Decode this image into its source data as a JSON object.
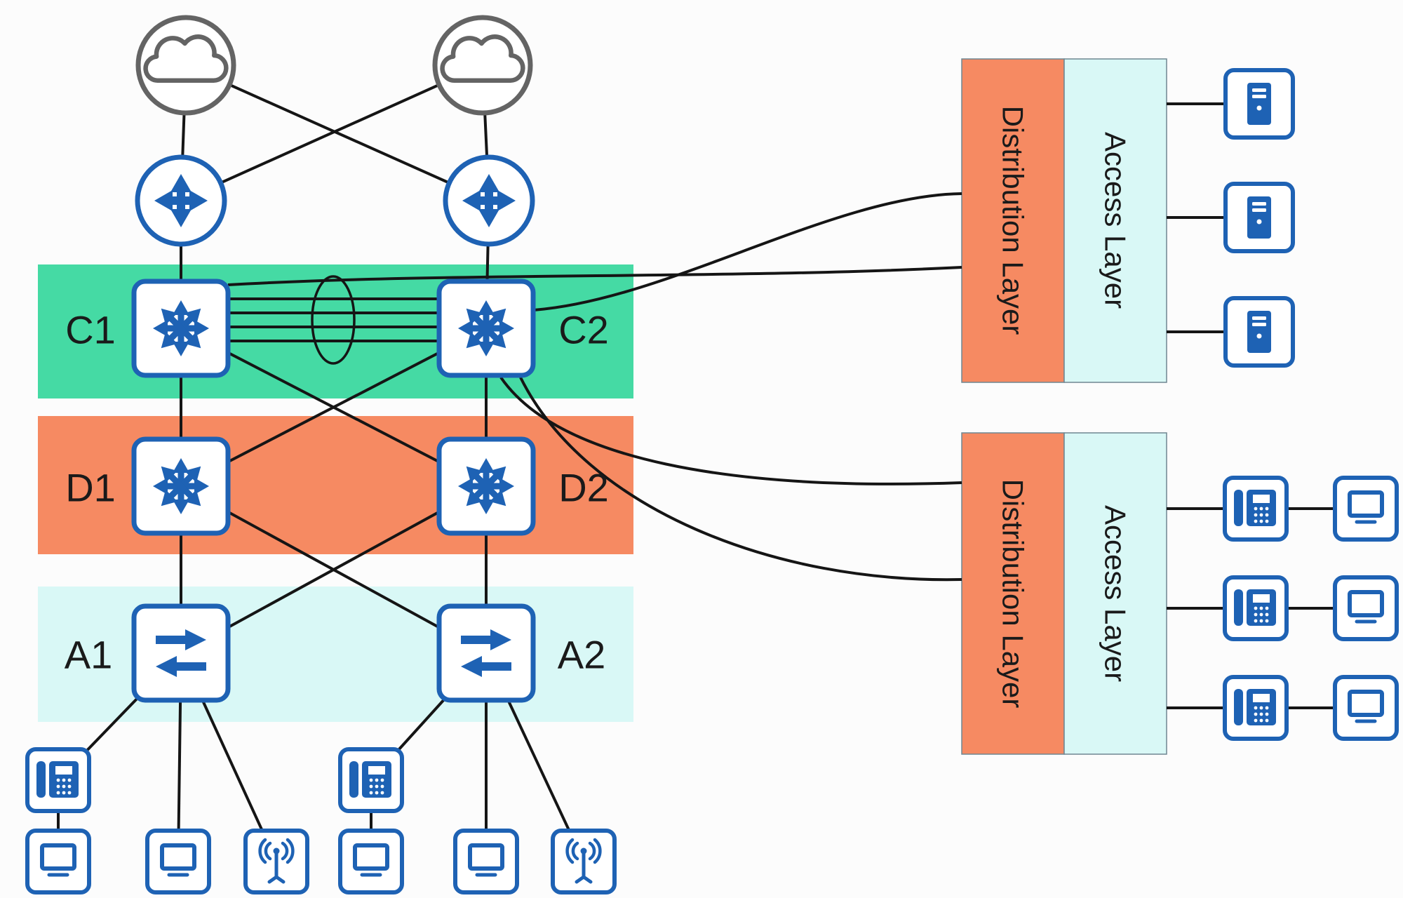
{
  "diagram": {
    "core": {
      "left_label": "C1",
      "right_label": "C2"
    },
    "distribution": {
      "left_label": "D1",
      "right_label": "D2"
    },
    "access": {
      "left_label": "A1",
      "right_label": "A2"
    },
    "panels": [
      {
        "distribution_label": "Distribution Layer",
        "access_label": "Access Layer"
      },
      {
        "distribution_label": "Distribution Layer",
        "access_label": "Access Layer"
      }
    ]
  },
  "icons": {
    "cloud-icon": "wan-cloud-outline",
    "router-icon": "circle-with-cross-arrows",
    "multilayer-switch-icon": "square-with-radiating-arrows",
    "access-switch-icon": "square-with-opposing-arrows",
    "ip-phone-icon": "desk-phone",
    "computer-icon": "desktop-monitor",
    "access-point-icon": "antenna-with-waves",
    "server-icon": "server-tower"
  },
  "colors": {
    "background": "#fcfcfc",
    "core_band": "#45daa4",
    "distribution_band": "#f68a62",
    "access_band": "#d9f8f6",
    "device_blue": "#1e62b4",
    "cloud_gray": "#646464",
    "line": "#151515",
    "label": "#1a1a1a",
    "panel_border": "#6f8691"
  }
}
